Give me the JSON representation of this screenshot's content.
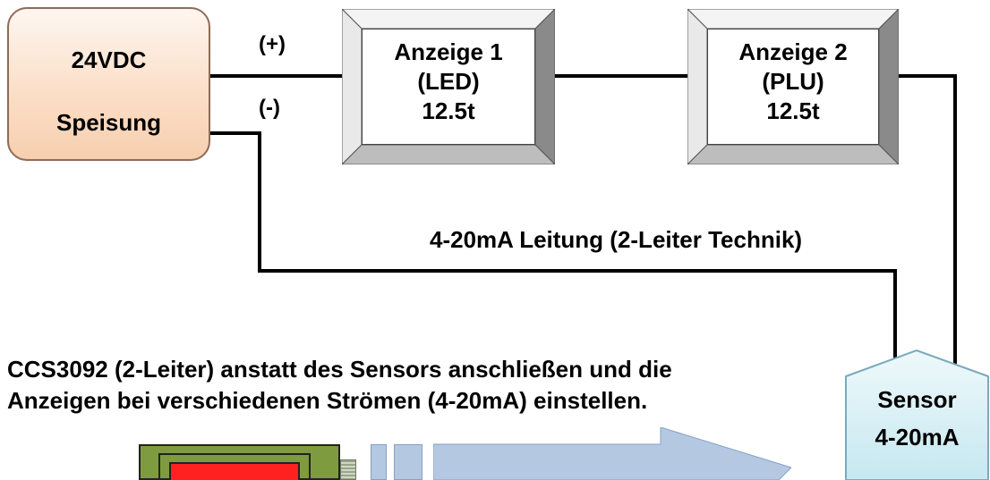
{
  "supply": {
    "line1": "24VDC",
    "line2": "Speisung"
  },
  "terminals": {
    "plus": "(+)",
    "minus": "(-)"
  },
  "display1": {
    "line1": "Anzeige 1",
    "line2": "(LED)",
    "line3": "12.5t"
  },
  "display2": {
    "line1": "Anzeige 2",
    "line2": "(PLU)",
    "line3": "12.5t"
  },
  "loop_label": "4-20mA Leitung (2-Leiter Technik)",
  "instruction": {
    "line1": "CCS3092 (2-Leiter) anstatt des Sensors anschließen und die",
    "line2": "Anzeigen bei verschiedenen Strömen (4-20mA) einstellen."
  },
  "sensor": {
    "line1": "Sensor",
    "line2": "4-20mA"
  },
  "colors": {
    "supply_fill": "#fbdfc8",
    "supply_border": "#8f6b57",
    "sensor_fill": "#d4eef4",
    "sensor_border": "#79aabb",
    "arrow_fill": "#b4c8e2",
    "device_body": "#7f9b3f",
    "device_screen": "#ff2020",
    "wire": "#000000"
  }
}
